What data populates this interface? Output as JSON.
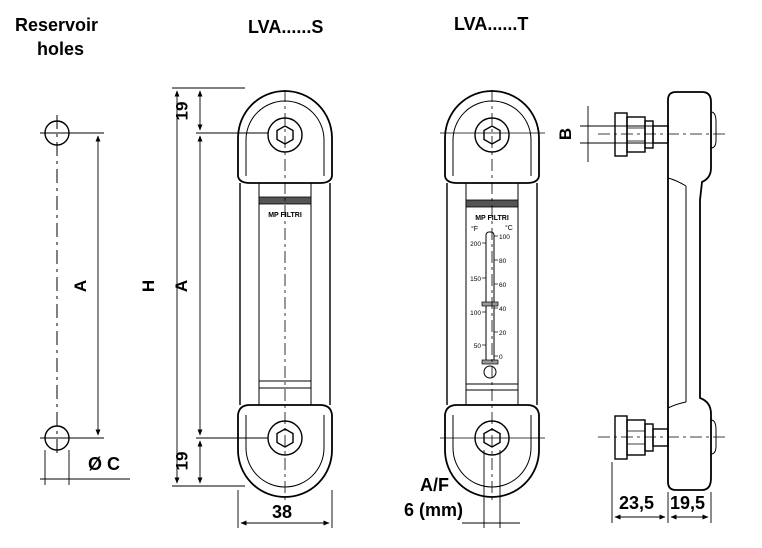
{
  "reservoir": {
    "title_line1": "Reservoir",
    "title_line2": "holes",
    "dim_a": "A",
    "dim_c": "Ø C"
  },
  "lva_s": {
    "title": "LVA......S",
    "dim_top": "19",
    "dim_a": "A",
    "dim_h": "H",
    "dim_bottom": "19",
    "dim_width": "38",
    "brand": "MP FILTRI"
  },
  "lva_t": {
    "title": "LVA......T",
    "brand": "MP FILTRI",
    "unit_f": "°F",
    "unit_c": "°C",
    "scale_f": [
      "200",
      "150",
      "100",
      "50"
    ],
    "scale_c": [
      "100",
      "80",
      "60",
      "40",
      "20",
      "0"
    ],
    "af_line1": "A/F",
    "af_line2": "6 (mm)"
  },
  "side_view": {
    "dim_b": "B",
    "dim_left": "23,5",
    "dim_right": "19,5"
  }
}
